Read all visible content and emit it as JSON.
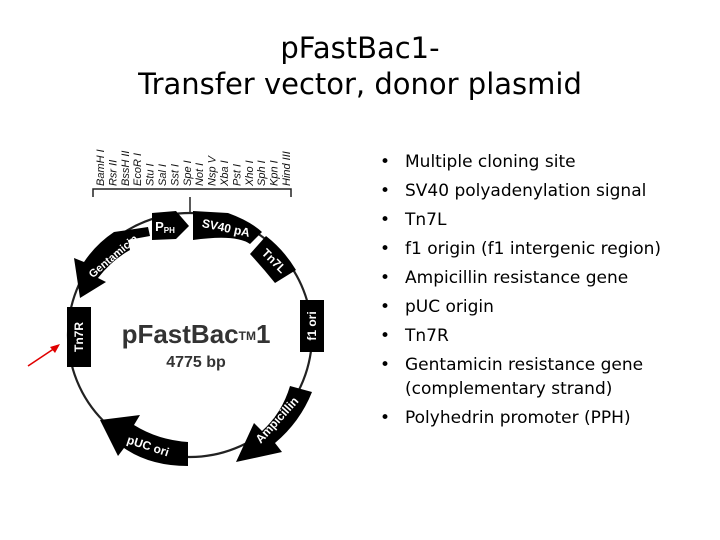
{
  "title": {
    "line1": "pFastBac1-",
    "line2": "Transfer vector, donor plasmid"
  },
  "plasmid": {
    "name_main": "pFastBac",
    "name_tm": "TM",
    "name_suffix": "1",
    "size": "4775 bp",
    "features": {
      "pph_main": "P",
      "pph_sub": "PH",
      "sv40": "SV40 pA",
      "tn7l": "Tn7L",
      "f1ori": "f1 ori",
      "ampicillin": "Ampicillin",
      "puc": "pUC ori",
      "tn7r": "Tn7R",
      "gentamicin": "Gentamicin"
    },
    "restriction_sites": [
      "BamH I",
      "Rsr II",
      "BssH II",
      "EcoR I",
      "Stu I",
      "Sal I",
      "Sst I",
      "Spe I",
      "Not I",
      "Nsp V",
      "Xba I",
      "Pst I",
      "Xho I",
      "Sph I",
      "Kpn I",
      "Hind III"
    ],
    "colors": {
      "arrow": "#000000",
      "marker": "#e00000"
    }
  },
  "bullets": [
    {
      "lines": [
        "Multiple cloning site"
      ]
    },
    {
      "lines": [
        "SV40 polyadenylation signal"
      ]
    },
    {
      "lines": [
        "Tn7L"
      ]
    },
    {
      "lines": [
        "f1 origin (f1 intergenic region)"
      ]
    },
    {
      "lines": [
        "Ampicillin resistance gene"
      ]
    },
    {
      "lines": [
        "pUC origin"
      ]
    },
    {
      "lines": [
        "Tn7R"
      ]
    },
    {
      "lines": [
        "Gentamicin resistance gene",
        "(complementary strand)"
      ]
    },
    {
      "lines": [
        "Polyhedrin promoter (PPH)"
      ]
    }
  ]
}
